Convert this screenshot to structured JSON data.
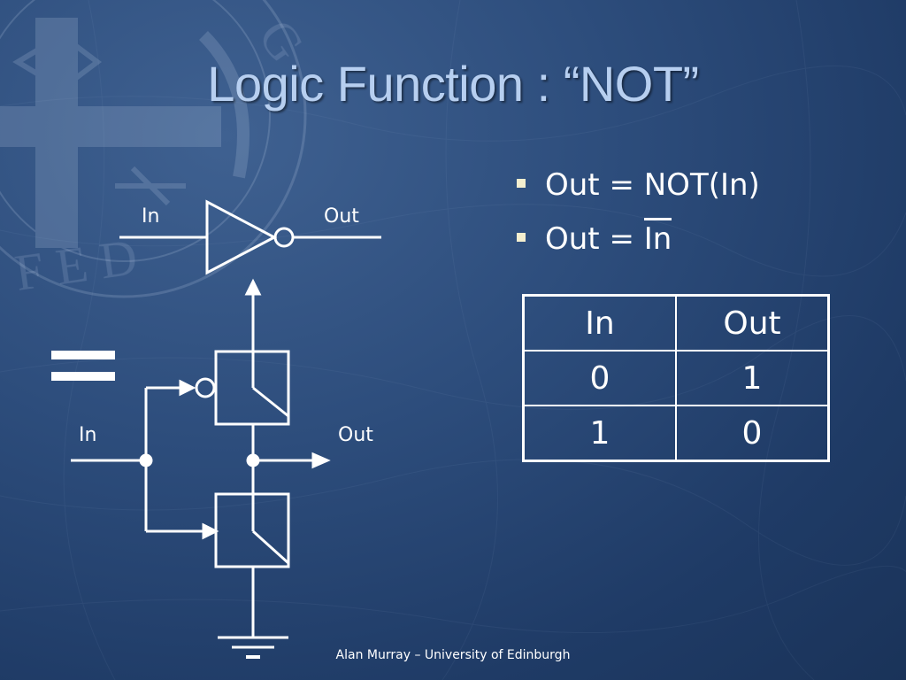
{
  "slide": {
    "title": "Logic Function : “NOT”",
    "bullets": [
      {
        "prefix": "Out = ",
        "value": "NOT(In)"
      },
      {
        "prefix": "Out = ",
        "value": "In"
      }
    ],
    "truth_table": {
      "headers": [
        "In",
        "Out"
      ],
      "rows": [
        [
          "0",
          "1"
        ],
        [
          "1",
          "0"
        ]
      ]
    },
    "gate_labels": {
      "input": "In",
      "output": "Out"
    },
    "circuit_labels": {
      "input": "In",
      "output": "Out"
    },
    "footer": "Alan Murray – University of Edinburgh"
  },
  "colors": {
    "background": "#2d4d7c",
    "title": "#b7cff0",
    "text": "#ffffff",
    "bullet_marker": "#f4efcf"
  },
  "icons": [
    "not-gate-icon",
    "ground-icon",
    "equals-sign-icon",
    "university-crest"
  ]
}
